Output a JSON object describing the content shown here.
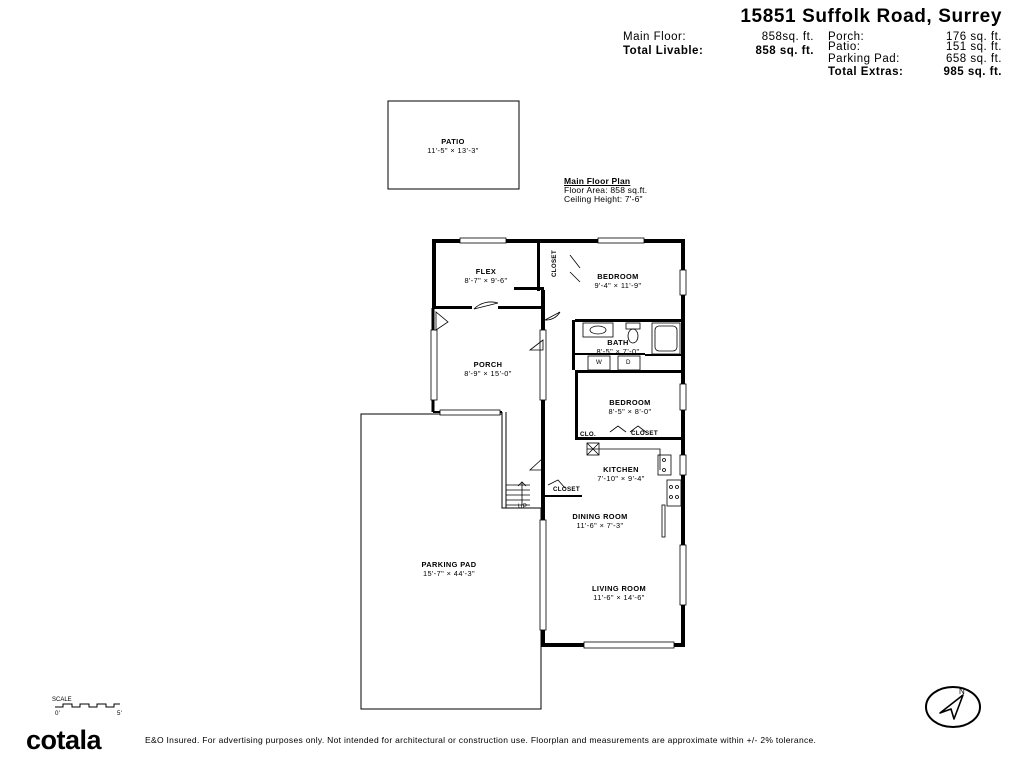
{
  "header": {
    "address": "15851 Suffolk Road, Surrey",
    "main_floor_label": "Main Floor:",
    "main_floor_value": "858sq. ft.",
    "total_livable_label": "Total Livable:",
    "total_livable_value": "858 sq. ft.",
    "porch_label": "Porch:",
    "porch_value": "176 sq. ft.",
    "patio_label": "Patio:",
    "patio_value": "151 sq. ft.",
    "parking_label": "Parking Pad:",
    "parking_value": "658 sq. ft.",
    "total_extras_label": "Total Extras:",
    "total_extras_value": "985 sq. ft."
  },
  "plan": {
    "title": "Main Floor Plan",
    "floor_area": "Floor Area: 858 sq.ft.",
    "ceiling_height": "Ceiling Height: 7'-6\""
  },
  "rooms": {
    "patio": {
      "name": "PATIO",
      "dims": "11'-5\" × 13'-3\""
    },
    "flex": {
      "name": "FLEX",
      "dims": "8'-7\" × 9'-6\""
    },
    "bedroom1": {
      "name": "BEDROOM",
      "dims": "9'-4\" × 11'-9\""
    },
    "bath": {
      "name": "BATH",
      "dims": "8'-5\" × 7'-0\""
    },
    "porch": {
      "name": "PORCH",
      "dims": "8'-9\" × 15'-0\""
    },
    "bedroom2": {
      "name": "BEDROOM",
      "dims": "8'-5\" × 8'-0\""
    },
    "kitchen": {
      "name": "KITCHEN",
      "dims": "7'-10\" × 9'-4\""
    },
    "dining": {
      "name": "DINING ROOM",
      "dims": "11'-6\" × 7'-3\""
    },
    "living": {
      "name": "LIVING ROOM",
      "dims": "11'-6\" × 14'-6\""
    },
    "parking": {
      "name": "PARKING PAD",
      "dims": "15'-7\" × 44'-3\""
    }
  },
  "tags": {
    "closet_top": "CLOSET",
    "clo": "CLO.",
    "closet_bed2": "CLOSET",
    "closet_entry": "CLOSET",
    "up": "UP",
    "washer": "W",
    "dryer": "D"
  },
  "scale": {
    "label": "SCALE",
    "start": "0'",
    "end": "5'"
  },
  "footer": {
    "brand": "cotala",
    "disclaimer": "E&O Insured. For advertising purposes only. Not intended for architectural or construction use. Floorplan and measurements are approximate within +/- 2% tolerance."
  },
  "compass": {
    "letter": "N"
  }
}
